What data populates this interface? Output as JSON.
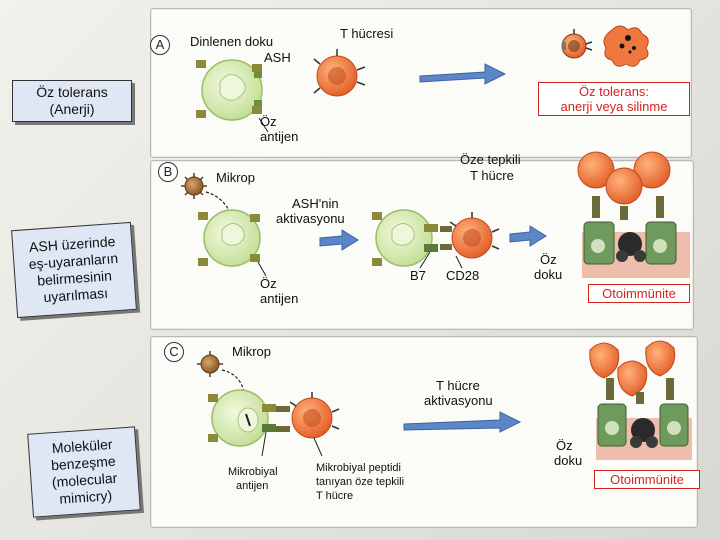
{
  "panels": [
    {
      "letter": "A",
      "side_label_lines": [
        "Öz tolerans",
        "(Anerji)"
      ],
      "labels": {
        "resting_apc": "Dinlenen doku",
        "apc_abbr": "ASH",
        "t_cell": "T hücresi",
        "self_antigen_1": "Öz",
        "self_antigen_2": "antijen"
      },
      "outcome_lines": [
        "Öz tolerans:",
        "anerji veya silinme"
      ]
    },
    {
      "letter": "B",
      "side_label_lines": [
        "ASH üzerinde",
        "eş-uyaranların",
        "belirmesinin",
        "uyarılması"
      ],
      "labels": {
        "microbe": "Mikrop",
        "apc_activation_1": "ASH'nin",
        "apc_activation_2": "aktivasyonu",
        "self_reactive_1": "Öze tepkili",
        "self_reactive_2": "T hücre",
        "self_antigen_1": "Öz",
        "self_antigen_2": "antijen",
        "b7": "B7",
        "cd28": "CD28",
        "self_tissue_1": "Öz",
        "self_tissue_2": "doku"
      },
      "outcome": "Otoimmünite"
    },
    {
      "letter": "C",
      "side_label_lines": [
        "Moleküler",
        "benzeşme",
        "(molecular",
        "mimicry)"
      ],
      "labels": {
        "microbe": "Mikrop",
        "t_activation_1": "T hücre",
        "t_activation_2": "aktivasyonu",
        "microbial_antigen_1": "Mikrobiyal",
        "microbial_antigen_2": "antijen",
        "peptide_t_1": "Mikrobiyal peptidi",
        "peptide_t_2": "tanıyan öze tepkili",
        "peptide_t_3": "T hücre",
        "self_tissue_1": "Öz",
        "self_tissue_2": "doku"
      },
      "outcome": "Otoimmünite"
    }
  ],
  "colors": {
    "apc": "#d9ecb4",
    "t_cell": "#f07840",
    "arrow": "#5b86c8",
    "outcome": "#d2261d",
    "side_box": "#dfe6f4",
    "tissue": "#6e9a5e"
  }
}
